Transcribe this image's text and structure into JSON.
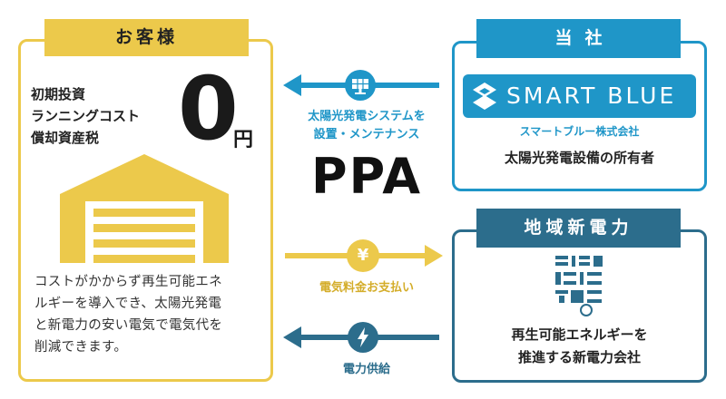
{
  "customer": {
    "header": "お客様",
    "costs": [
      "初期投資",
      "ランニングコスト",
      "償却資産税"
    ],
    "amount": "0",
    "unit": "円",
    "description": [
      "コストがかからず再生可能エネ",
      "ルギーを導入でき、太陽光発電",
      "と新電力の安い電気で電気代を",
      "削減できます。"
    ],
    "icon": "factory-icon",
    "color": "#ecc94b"
  },
  "company": {
    "header": "当社",
    "logo_text": "SMART BLUE",
    "logo_subtitle": "スマートブルー株式会社",
    "role": "太陽光発電設備の所有者",
    "color": "#1f96c8"
  },
  "regional": {
    "header": "地域新電力",
    "logo_icon": "tsudoku-minna-energy-logo",
    "description": [
      "再生可能エネルギーを",
      "推進する新電力会社"
    ],
    "color": "#2c6d8c"
  },
  "flows": {
    "install_label": [
      "太陽光発電システムを",
      "設置・メンテナンス"
    ],
    "ppa": "PPA",
    "payment_label": "電気料金お支払い",
    "supply_label": "電力供給",
    "install_icon": "solar-panel-icon",
    "payment_icon": "yen-icon",
    "supply_icon": "lightning-icon",
    "yen_symbol": "¥"
  }
}
